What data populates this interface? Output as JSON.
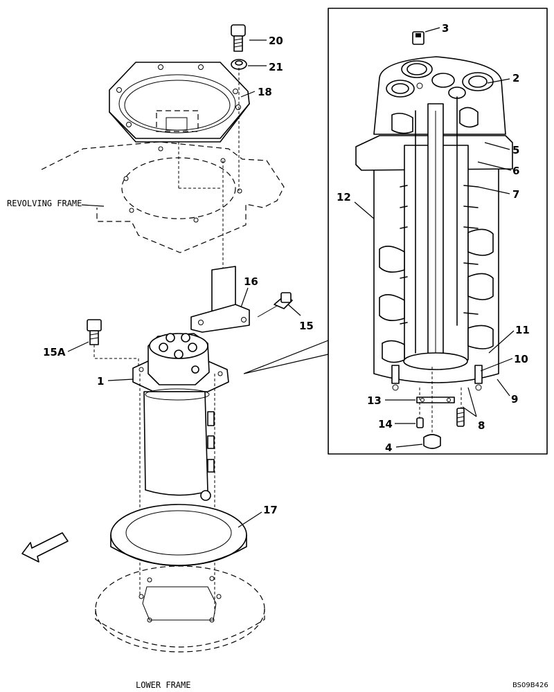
{
  "labels": {
    "revolving_frame": "REVOLVING FRAME",
    "lower_frame": "LOWER FRAME",
    "drawing_code": "BS09B426"
  },
  "parts": [
    {
      "id": "p1",
      "text": "1"
    },
    {
      "id": "p2",
      "text": "2"
    },
    {
      "id": "p3",
      "text": "3"
    },
    {
      "id": "p4",
      "text": "4"
    },
    {
      "id": "p5",
      "text": "5"
    },
    {
      "id": "p6",
      "text": "6"
    },
    {
      "id": "p7",
      "text": "7"
    },
    {
      "id": "p8",
      "text": "8"
    },
    {
      "id": "p9",
      "text": "9"
    },
    {
      "id": "p10",
      "text": "10"
    },
    {
      "id": "p11",
      "text": "11"
    },
    {
      "id": "p12",
      "text": "12"
    },
    {
      "id": "p13",
      "text": "13"
    },
    {
      "id": "p14",
      "text": "14"
    },
    {
      "id": "p15",
      "text": "15"
    },
    {
      "id": "p15a",
      "text": "15A"
    },
    {
      "id": "p16",
      "text": "16"
    },
    {
      "id": "p17",
      "text": "17"
    },
    {
      "id": "p18",
      "text": "18"
    },
    {
      "id": "p20",
      "text": "20"
    },
    {
      "id": "p21",
      "text": "21"
    }
  ]
}
